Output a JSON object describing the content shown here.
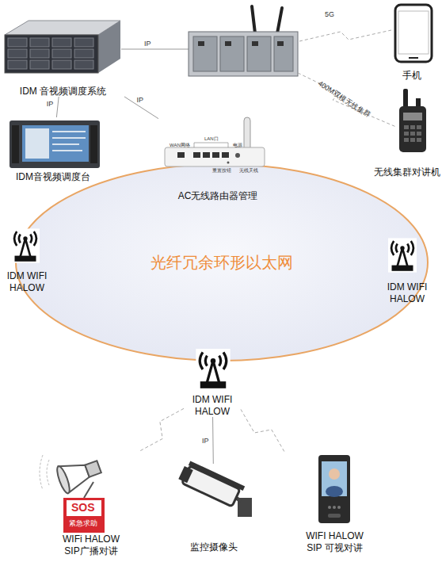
{
  "diagram": {
    "nodes": [
      {
        "text": [
          "IDM 音视频调度系统"
        ]
      },
      {
        "text": [
          "IDM音视频调度台"
        ]
      },
      {
        "text": [
          "AC无线路由器管理"
        ]
      },
      {
        "text": [
          "手机"
        ]
      },
      {
        "text": [
          "无线集群对讲机"
        ]
      },
      {
        "text": [
          "光纤冗余环形以太网"
        ]
      },
      {
        "text": [
          "IDM WIFI HALOW"
        ]
      },
      {
        "text": [
          "IDM WIFI HALOW"
        ]
      },
      {
        "text": [
          "IDM WIFI HALOW"
        ]
      },
      {
        "text": [
          "WIFi HALOW SIP广播对讲"
        ]
      },
      {
        "text": [
          "监控摄像头"
        ]
      },
      {
        "text": [
          "WIFI HALOW SIP 可视对讲"
        ]
      }
    ],
    "edges": [
      {
        "from": 0,
        "to": 1,
        "label": "IP",
        "arrow": "none"
      },
      {
        "from": 0,
        "to": 2,
        "label": "IP",
        "arrow": "none"
      },
      {
        "from": 8,
        "to": 9,
        "arrow": "none"
      },
      {
        "from": 8,
        "to": 10,
        "label": "IP",
        "arrow": "none"
      },
      {
        "from": 8,
        "to": 11,
        "arrow": "none"
      }
    ],
    "labels": [
      "IP",
      "5G",
      "400M双模无线集群",
      "WAN网络",
      "LAN口",
      "电源",
      "重置按钮",
      "无线天线",
      "SOS",
      "紧急求助"
    ]
  }
}
